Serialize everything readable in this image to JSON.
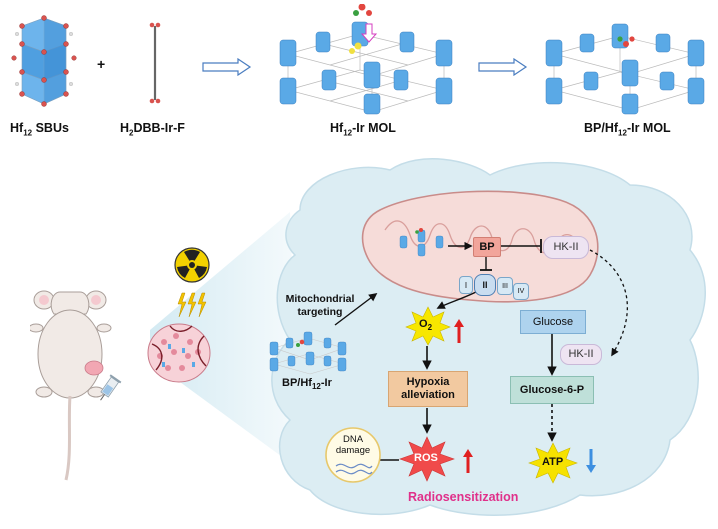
{
  "top_labels": {
    "sbu_prefix": "Hf",
    "sbu_sub": "12",
    "sbu_suffix": " SBUs",
    "ligand_prefix": "H",
    "ligand_sub": "2",
    "ligand_suffix": "DBB-Ir-F",
    "mol_prefix": "Hf",
    "mol_sub": "12",
    "mol_suffix": "-Ir MOL",
    "bp_prefix": "BP/Hf",
    "bp_sub": "12",
    "bp_suffix": "-Ir MOL",
    "plus": "+"
  },
  "lower": {
    "targeting": "Mitochondrial targeting",
    "bp_hf_prefix": "BP/Hf",
    "bp_hf_sub": "12",
    "bp_hf_suffix": "-Ir",
    "bp": "BP",
    "hk2_top": "HK-II",
    "hk2_mid": "HK-II",
    "complex_I": "I",
    "complex_II": "II",
    "complex_III": "III",
    "complex_IV": "IV",
    "o2": "O",
    "o2_sub": "2",
    "glucose": "Glucose",
    "hypoxia": "Hypoxia alleviation",
    "glucose6p": "Glucose-6-P",
    "dna": "DNA damage",
    "ros": "ROS",
    "atp": "ATP",
    "radiosensitization": "Radiosensitization"
  },
  "colors": {
    "mof_blue": "#5aa9e6",
    "cell_bg": "#dcedf3",
    "mito_fill": "#f6dcd9",
    "mito_stroke": "#c98c8a",
    "bp_box": "#f2a59b",
    "glucose_box": "#aed3ee",
    "hypoxia_box": "#f2c9a0",
    "ros_star": "#f04a4a",
    "atp_star": "#f6e200",
    "o2_star": "#f7e700",
    "radiosens": "#e0308a",
    "up_arrow": "#e02020",
    "down_arrow": "#3d8fe0"
  },
  "icons": [
    "radiation-icon",
    "lightning-icon",
    "mouse-illustration",
    "tumor-illustration",
    "syringe-icon"
  ]
}
